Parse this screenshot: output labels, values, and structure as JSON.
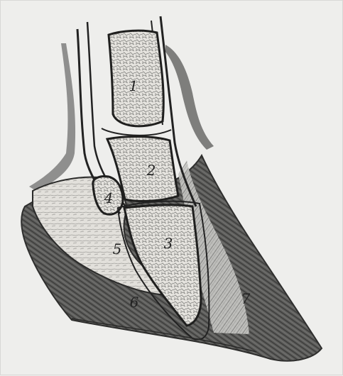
{
  "figure": {
    "subject": "hoof",
    "labels": [
      "1",
      "2",
      "3",
      "4",
      "5",
      "6",
      "7"
    ],
    "colors": {
      "background": "#eeeeec",
      "ink": "#222222",
      "bone": "#e9e7e2",
      "bone_texture": "#8f8f8c",
      "hoof_wall": "#6b6b69",
      "hoof_dark": "#3e3e3d",
      "hair": "#555555"
    }
  }
}
